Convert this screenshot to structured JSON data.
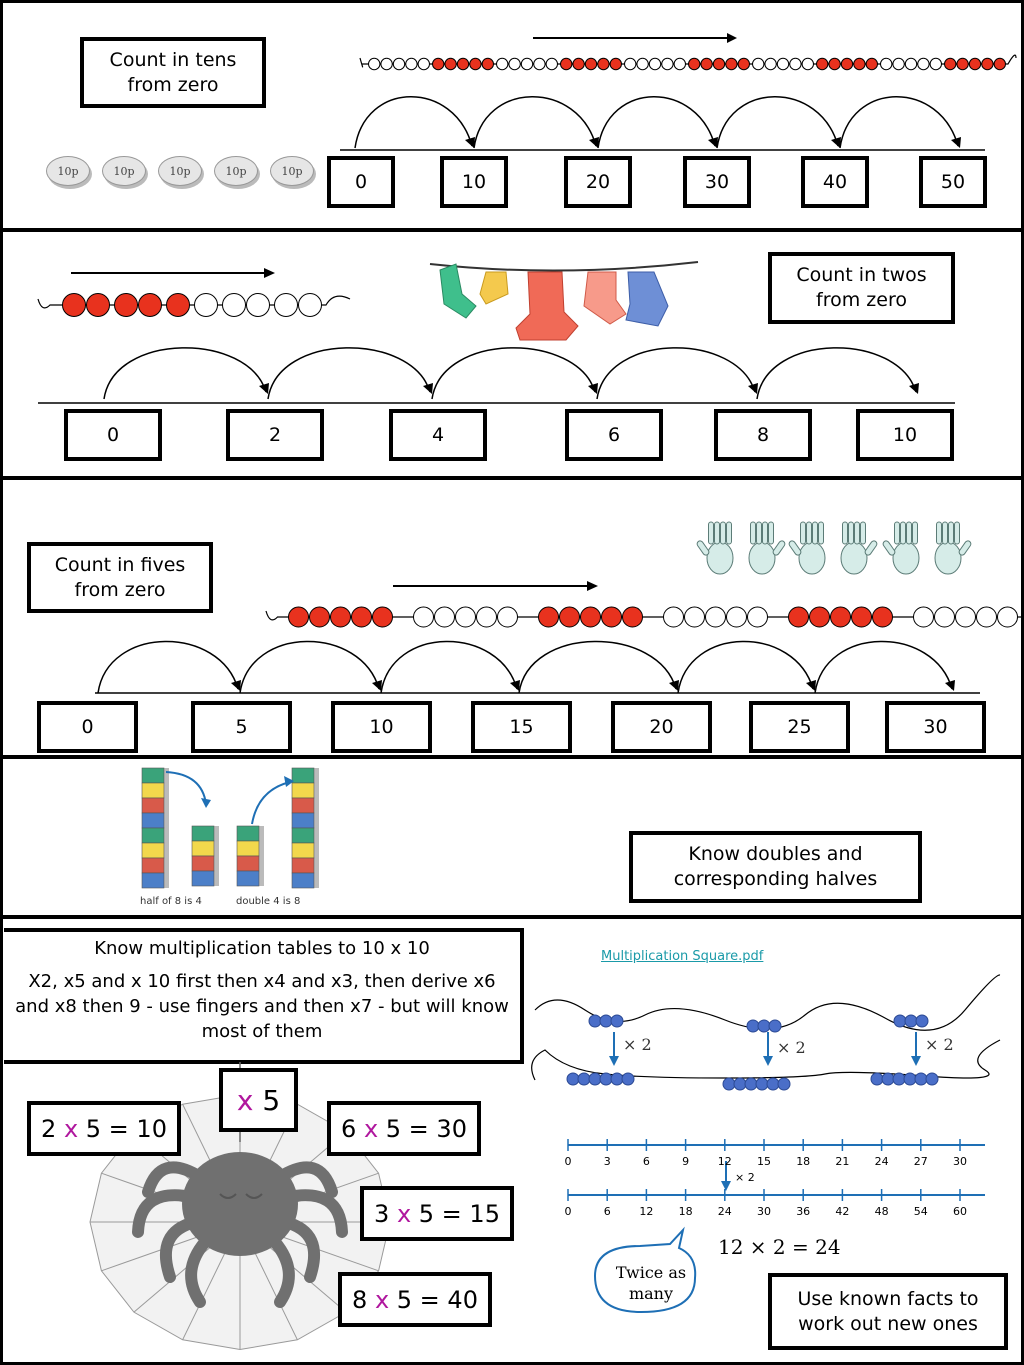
{
  "section1": {
    "title": "Count in tens\nfrom zero",
    "coin_label": "10p",
    "coin_count": 5,
    "numbers": [
      "0",
      "10",
      "20",
      "30",
      "40",
      "50"
    ]
  },
  "section2": {
    "title": "Count in twos\nfrom zero",
    "numbers": [
      "0",
      "2",
      "4",
      "6",
      "8",
      "10"
    ]
  },
  "section3": {
    "title": "Count in fives\nfrom zero",
    "numbers": [
      "0",
      "5",
      "10",
      "15",
      "20",
      "25",
      "30"
    ]
  },
  "section4": {
    "title": "Know doubles and\ncorresponding halves",
    "cube_caption_half": "half of 8 is 4",
    "cube_caption_double": "double 4 is 8"
  },
  "section5": {
    "title": "Know multiplication tables to 10 x 10",
    "description": "X2, x5 and x 10 first then x4 and x3, then derive x6 and x8 then 9  - use fingers and then x7  - but will know most of them",
    "link_text": "Multiplication Square.pdf",
    "spider_center": {
      "x": "x",
      "num": "5"
    },
    "facts": [
      {
        "a": "2",
        "x": "x",
        "rest": "5 = 10"
      },
      {
        "a": "6",
        "x": "x",
        "rest": "5 = 30"
      },
      {
        "a": "3",
        "x": "x",
        "rest": "5 = 15"
      },
      {
        "a": "8",
        "x": "x",
        "rest": "5 = 40"
      }
    ],
    "times_label": "× 2",
    "numberline_top": [
      "0",
      "3",
      "6",
      "9",
      "12",
      "15",
      "18",
      "21",
      "24",
      "27",
      "30"
    ],
    "numberline_bottom": [
      "0",
      "6",
      "12",
      "18",
      "24",
      "30",
      "36",
      "42",
      "48",
      "54",
      "60"
    ],
    "equation": "12 × 2 = 24",
    "bubble": "Twice as\nmany",
    "footer_box": "Use known facts to\nwork out new ones"
  },
  "colors": {
    "bead_red": "#e8321e",
    "accent_x": "#b0179e",
    "link": "#1a9aa8",
    "bead_blue": "#4a6ec8",
    "line_blue": "#1e6fb5"
  }
}
